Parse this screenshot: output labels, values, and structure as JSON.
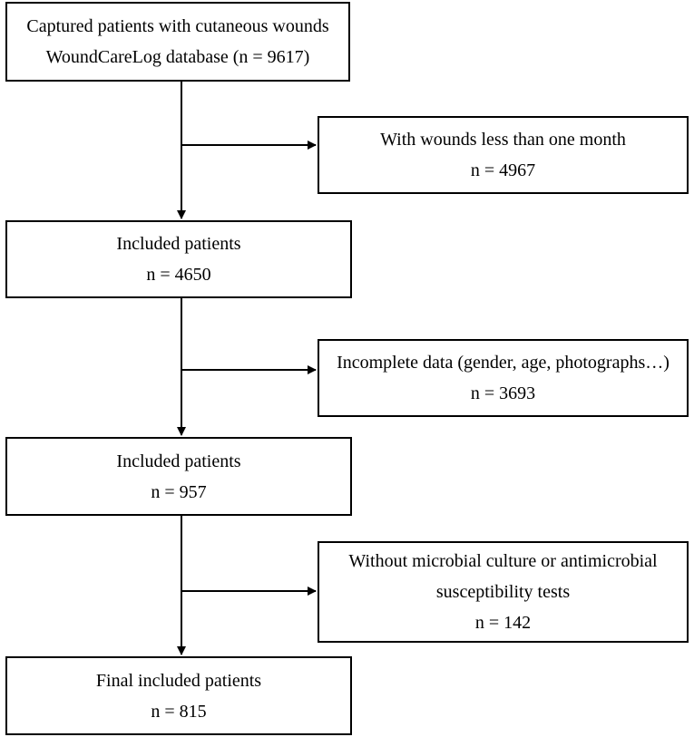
{
  "flowchart": {
    "start": {
      "line1": "Captured patients with cutaneous wounds",
      "line2": "WoundCareLog database (n = 9617)"
    },
    "exclusion1": {
      "line1": "With wounds less than one month",
      "line2": "n = 4967"
    },
    "included1": {
      "line1": "Included patients",
      "line2": "n = 4650"
    },
    "exclusion2": {
      "line1": "Incomplete data (gender, age, photographs…)",
      "line2": "n = 3693"
    },
    "included2": {
      "line1": "Included patients",
      "line2": "n = 957"
    },
    "exclusion3": {
      "line1": "Without microbial culture or antimicrobial",
      "line2": "susceptibility tests",
      "line3": "n = 142"
    },
    "final": {
      "line1": "Final included patients",
      "line2": "n = 815"
    }
  }
}
